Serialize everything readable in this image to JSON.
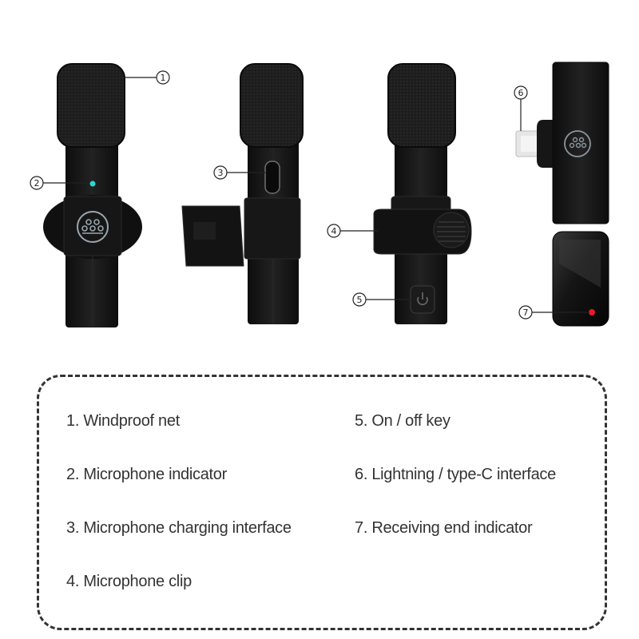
{
  "colors": {
    "body": "#141414",
    "mesh": "#1c1c1c",
    "indicator_green": "#2fd6d0",
    "indicator_red": "#e8192c",
    "line": "#222222",
    "legend_text": "#333333"
  },
  "callouts": [
    {
      "num": "1"
    },
    {
      "num": "2"
    },
    {
      "num": "3"
    },
    {
      "num": "4"
    },
    {
      "num": "5"
    },
    {
      "num": "6"
    },
    {
      "num": "7"
    }
  ],
  "legend": {
    "items": [
      {
        "text": "1. Windproof net"
      },
      {
        "text": "2. Microphone indicator"
      },
      {
        "text": "3. Microphone charging interface"
      },
      {
        "text": "4. Microphone clip"
      },
      {
        "text": "5. On / off key"
      },
      {
        "text": "6. Lightning / type-C interface"
      },
      {
        "text": "7. Receiving end indicator"
      }
    ]
  }
}
